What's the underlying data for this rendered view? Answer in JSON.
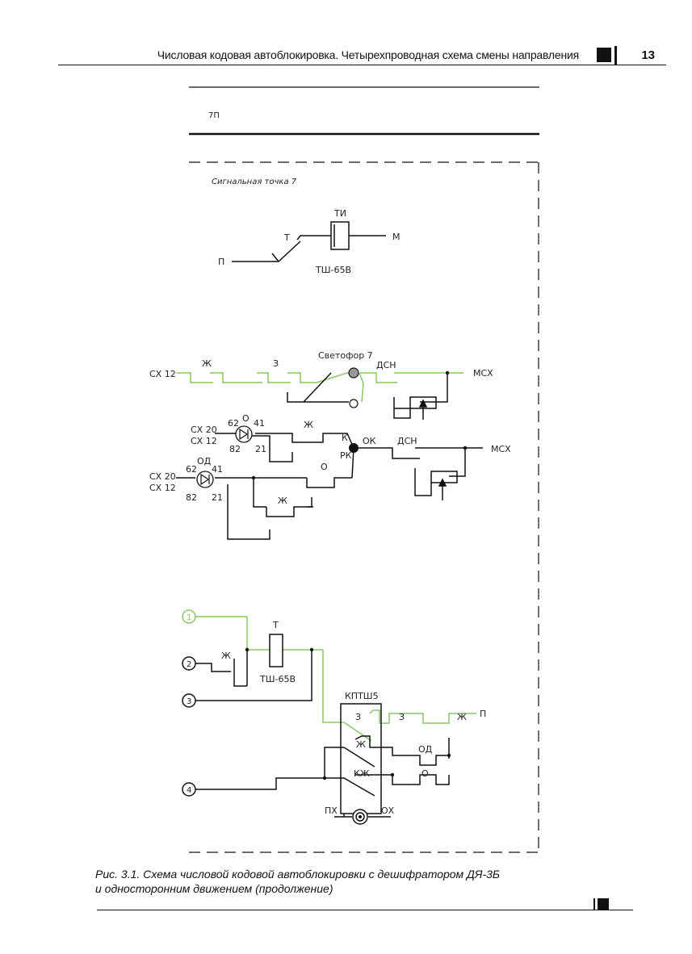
{
  "header": {
    "title": "Числовая кодовая автоблокировка. Четырехпроводная схема смены направления",
    "page_number": "13"
  },
  "table": {
    "cell": "7П"
  },
  "schema": {
    "zone_title": "Сигнальная точка 7",
    "ti_section": {
      "relay": "ТИ",
      "contact": "Т",
      "plus": "П",
      "minus": "М",
      "type": "ТШ-65В"
    },
    "signal_section": {
      "sx12_top": "СХ 12",
      "zh_top": "Ж",
      "z_top": "З",
      "svetofor": "Светофор 7",
      "dsn_top": "ДСН",
      "msx_top": "МСХ",
      "sx20_a": "СХ 20",
      "sx12_a": "СХ 12",
      "n62_a": "62",
      "n0_a": "О",
      "n41_a": "41",
      "n82_a": "82",
      "n21_a": "21",
      "zh_mid": "Ж",
      "k": "К",
      "ok": "ОК",
      "rk": "РК",
      "dsn_mid": "ДСН",
      "msx_mid": "МСХ",
      "o_mid": "О",
      "od_label": "ОД",
      "sx20_b": "СХ 20",
      "sx12_b": "СХ 12",
      "n62_b": "62",
      "n41_b": "41",
      "n82_b": "82",
      "n21_b": "21",
      "zh_low": "Ж"
    },
    "relay_section": {
      "t1": "1",
      "t2": "2",
      "t3": "3",
      "t4": "4",
      "zh_in": "Ж",
      "t_relay": "Т",
      "t_type": "ТШ-65В",
      "kptsh": "КПТШ5",
      "z_in": "З",
      "z_out": "З",
      "zh_out": "Ж",
      "p_out": "П",
      "zh_k": "Ж",
      "od": "ОД",
      "kzh": "КЖ",
      "o": "О",
      "px": "ПХ",
      "ox": "ОХ"
    }
  },
  "caption": {
    "line1": "Рис. 3.1. Схема числовой кодовой автоблокировки с дешифратором ДЯ-3Б",
    "line2": "и односторонним движением (продолжение)"
  },
  "colors": {
    "wire": "#111111",
    "green_wire": "#8cc56a"
  }
}
